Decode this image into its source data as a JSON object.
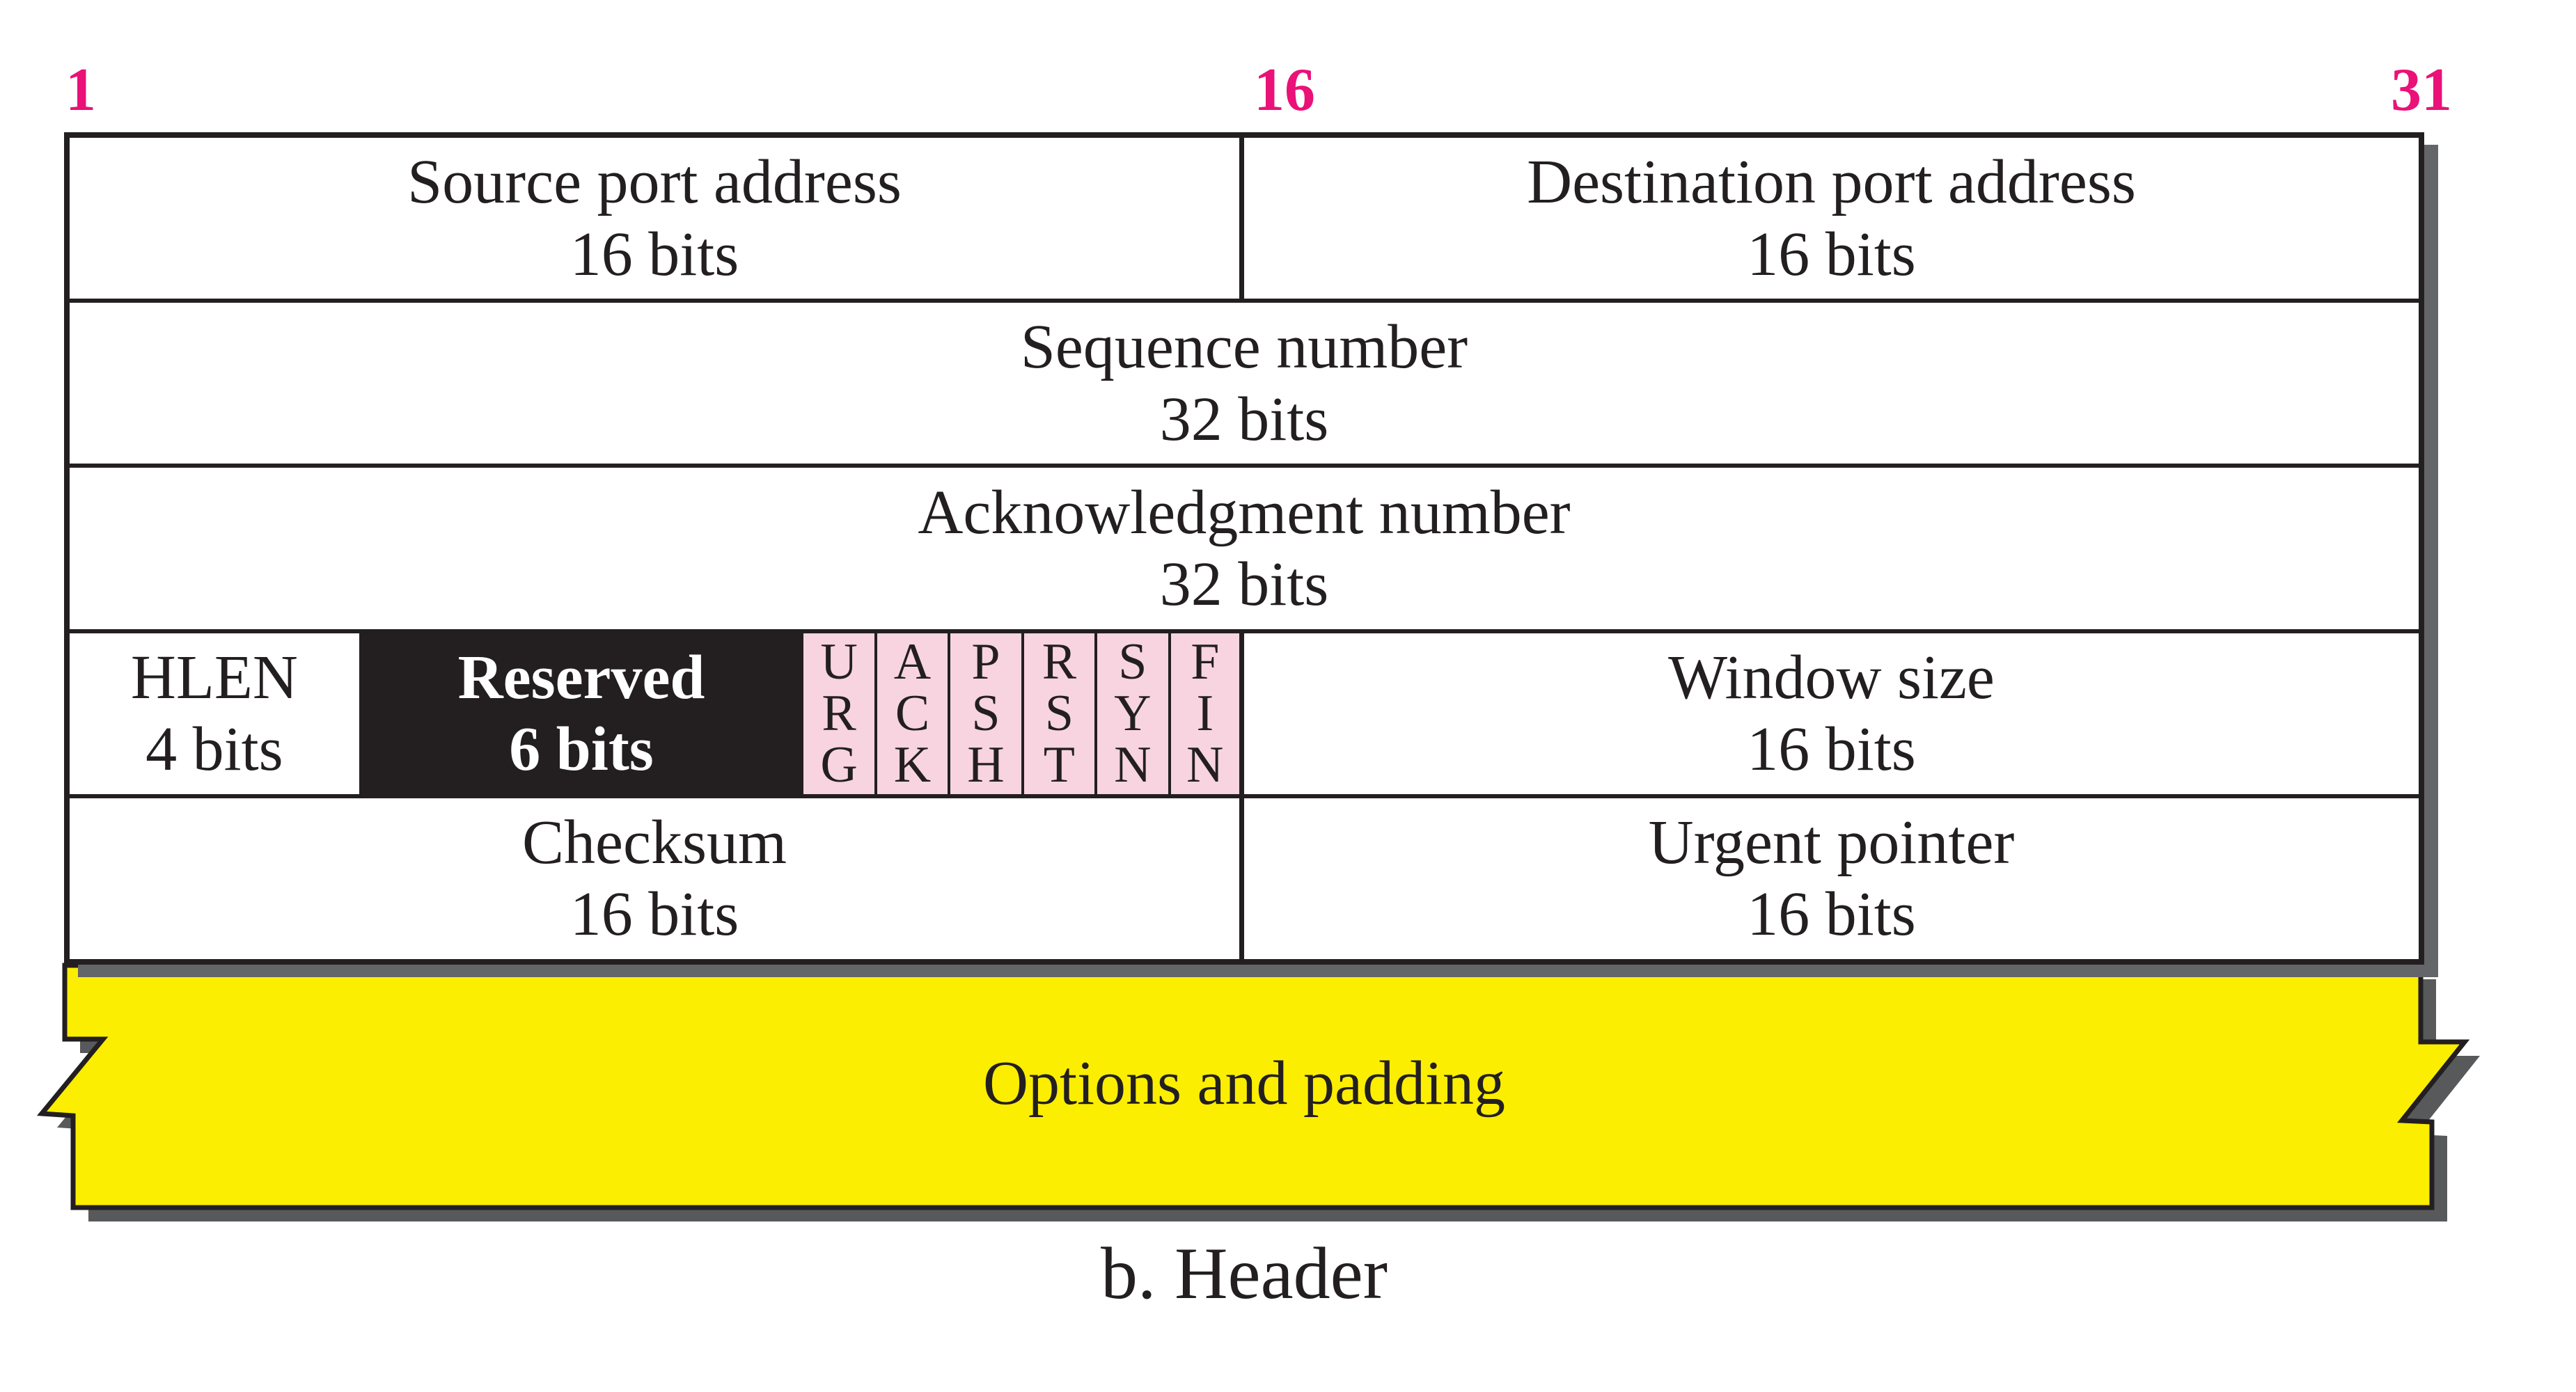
{
  "caption": "b. Header",
  "bit_markers": [
    "1",
    "16",
    "31"
  ],
  "rows": [
    {
      "cells": [
        {
          "title": "Source port address",
          "subtitle": "16 bits"
        },
        {
          "title": "Destination port address",
          "subtitle": "16 bits"
        }
      ]
    },
    {
      "cells": [
        {
          "title": "Sequence number",
          "subtitle": "32 bits"
        }
      ]
    },
    {
      "cells": [
        {
          "title": "Acknowledgment number",
          "subtitle": "32 bits"
        }
      ]
    },
    {
      "cells": [
        {
          "title": "HLEN",
          "subtitle": "4 bits"
        },
        {
          "title": "Reserved",
          "subtitle": "6 bits"
        },
        {
          "title": "Window size",
          "subtitle": "16 bits"
        }
      ]
    },
    {
      "cells": [
        {
          "title": "Checksum",
          "subtitle": "16 bits"
        },
        {
          "title": "Urgent pointer",
          "subtitle": "16 bits"
        }
      ]
    }
  ],
  "flags": [
    [
      "U",
      "R",
      "G"
    ],
    [
      "A",
      "C",
      "K"
    ],
    [
      "P",
      "S",
      "H"
    ],
    [
      "R",
      "S",
      "T"
    ],
    [
      "S",
      "Y",
      "N"
    ],
    [
      "F",
      "I",
      "N"
    ]
  ],
  "banner": {
    "label": "Options and padding"
  },
  "colors": {
    "magenta": "#ea1178",
    "ink": "#231f20",
    "flag_pink": "#f7d4e0",
    "yellow": "#fcee00",
    "table_shadow": "#646568",
    "banner_shadow": "#58595b"
  }
}
